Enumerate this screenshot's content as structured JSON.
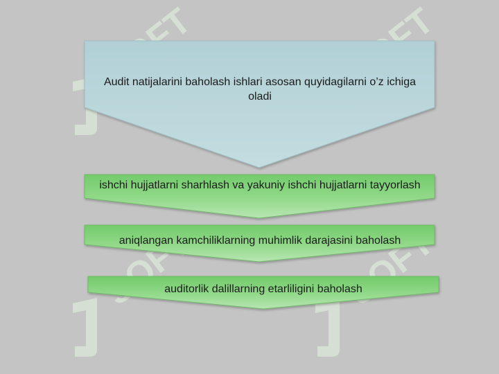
{
  "colors": {
    "background": "#c4c4c4",
    "main_arrow_fill": "#b6d3d8",
    "step_arrow_fill": "#7fcf76",
    "watermark": "#d9f2d6"
  },
  "watermark": {
    "text": "SOFT"
  },
  "main_arrow": {
    "text": "Audit natijalarini baholash ishlari asosan quyidagilarni o’z ichiga oladi"
  },
  "steps": [
    {
      "text": "ishchi hujjatlarni sharhlash va yakuniy ishchi hujjatlarni tayyorlash"
    },
    {
      "text": "aniqlangan kamchiliklarning muhimlik darajasini baholash"
    },
    {
      "text": "auditorlik dalillarning etarliligini baholash"
    }
  ]
}
